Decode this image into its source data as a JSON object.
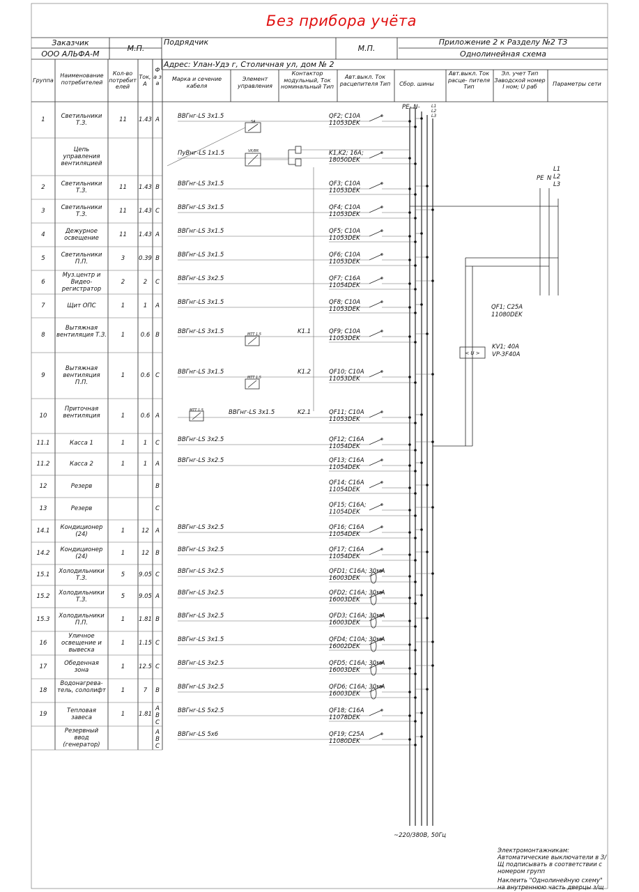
{
  "title": "Без прибора учёта",
  "header": {
    "customer_label": "Заказчик",
    "customer_name": "ООО АЛЬФА-М",
    "mp_left": "М.П.",
    "contractor_label": "Подрядчик",
    "mp_right": "М.П.",
    "appendix": "Приложение 2 к Разделу №2 ТЗ",
    "scheme_type": "Однолинейная схема",
    "address": "Адрес: Улан-Удэ г, Столичная ул, дом № 2"
  },
  "columns": {
    "group": "Группа",
    "name": "Наименование потребителей",
    "qty": "Кол-во потребит елей",
    "current": "Ток, А",
    "phase": "Ф а з а",
    "cable": "Марка и сечение кабеля",
    "control": "Элемент управления",
    "contactor": "Контактор модульный, Ток номинальный Тип",
    "breaker": "Авт.выкл. Ток расцепителя Тип",
    "busbar": "Сбор. шины",
    "breaker2": "Авт.выкл. Ток расце- пителя Тип",
    "meter": "Эл. учет Тип Заводской номер I ном; U раб",
    "network": "Параметры сети"
  },
  "rows": [
    {
      "group": "1",
      "name": "Светильники Т.З.",
      "qty": "11",
      "current": "1.43",
      "phase": "A",
      "cable": "ВВГнг-LS 3х1.5",
      "breaker": "QF2; C10A",
      "type": "11053DEK"
    },
    {
      "group": "",
      "name": "Цепь управления вентиляцией",
      "qty": "",
      "current": "",
      "phase": "",
      "cable": "ПуВнг-LS 1х1.5",
      "breaker": "K1,K2; 16A;",
      "type": "18050DEK"
    },
    {
      "group": "2",
      "name": "Светильники Т.З.",
      "qty": "11",
      "current": "1.43",
      "phase": "B",
      "cable": "ВВГнг-LS 3х1.5",
      "breaker": "QF3; C10A",
      "type": "11053DEK"
    },
    {
      "group": "3",
      "name": "Светильники Т.З.",
      "qty": "11",
      "current": "1.43",
      "phase": "C",
      "cable": "ВВГнг-LS 3х1.5",
      "breaker": "QF4; C10A",
      "type": "11053DEK"
    },
    {
      "group": "4",
      "name": "Дежурное освещение",
      "qty": "11",
      "current": "1.43",
      "phase": "A",
      "cable": "ВВГнг-LS 3х1.5",
      "breaker": "QF5; C10A",
      "type": "11053DEK"
    },
    {
      "group": "5",
      "name": "Светильники П.П.",
      "qty": "3",
      "current": "0.39",
      "phase": "B",
      "cable": "ВВГнг-LS 3х1.5",
      "breaker": "QF6; C10A",
      "type": "11053DEK"
    },
    {
      "group": "6",
      "name": "Муз.центр и Видео- регистратор",
      "qty": "2",
      "current": "2",
      "phase": "C",
      "cable": "ВВГнг-LS 3х2.5",
      "breaker": "QF7; C16A",
      "type": "11054DEK"
    },
    {
      "group": "7",
      "name": "Щит ОПС",
      "qty": "1",
      "current": "1",
      "phase": "A",
      "cable": "ВВГнг-LS 3х1.5",
      "breaker": "QF8; C10A",
      "type": "11053DEK"
    },
    {
      "group": "8",
      "name": "Вытяжная вентиляция Т.З.",
      "qty": "1",
      "current": "0.6",
      "phase": "B",
      "cable": "ВВГнг-LS 3х1.5",
      "contact": "K1.1",
      "breaker": "QF9; C10A",
      "type": "11053DEK"
    },
    {
      "group": "9",
      "name": "Вытяжная вентиляция П.П.",
      "qty": "1",
      "current": "0.6",
      "phase": "C",
      "cable": "ВВГнг-LS 3х1.5",
      "contact": "K1.2",
      "breaker": "QF10; C10A",
      "type": "11053DEK"
    },
    {
      "group": "10",
      "name": "Приточная вентиляция",
      "qty": "1",
      "current": "0.6",
      "phase": "A",
      "cable": "ВВГнг-LS 3х1.5",
      "contact": "K2.1",
      "breaker": "QF11; C10A",
      "type": "11053DEK"
    },
    {
      "group": "11.1",
      "name": "Касса 1",
      "qty": "1",
      "current": "1",
      "phase": "C",
      "cable": "ВВГнг-LS 3х2.5",
      "breaker": "QF12; C16A",
      "type": "11054DEK"
    },
    {
      "group": "11.2",
      "name": "Касса 2",
      "qty": "1",
      "current": "1",
      "phase": "A",
      "cable": "ВВГнг-LS 3х2.5",
      "breaker": "QF13; C16A",
      "type": "11054DEK"
    },
    {
      "group": "12",
      "name": "Резерв",
      "qty": "",
      "current": "",
      "phase": "B",
      "cable": "",
      "breaker": "QF14; C16A",
      "type": "11054DEK"
    },
    {
      "group": "13",
      "name": "Резерв",
      "qty": "",
      "current": "",
      "phase": "C",
      "cable": "",
      "breaker": "QF15; C16A;",
      "type": "11054DEK"
    },
    {
      "group": "14.1",
      "name": "Кондиционер (24)",
      "qty": "1",
      "current": "12",
      "phase": "A",
      "cable": "ВВГнг-LS 3х2.5",
      "breaker": "QF16; C16A",
      "type": "11054DEK"
    },
    {
      "group": "14.2",
      "name": "Кондиционер (24)",
      "qty": "1",
      "current": "12",
      "phase": "B",
      "cable": "ВВГнг-LS 3х2.5",
      "breaker": "QF17; C16A",
      "type": "11054DEK"
    },
    {
      "group": "15.1",
      "name": "Холодильники Т.З.",
      "qty": "5",
      "current": "9.05",
      "phase": "C",
      "cable": "ВВГнг-LS 3х2.5",
      "breaker": "QFD1; C16A; 30мА",
      "type": "16003DEK"
    },
    {
      "group": "15.2",
      "name": "Холодильники Т.З.",
      "qty": "5",
      "current": "9.05",
      "phase": "A",
      "cable": "ВВГнг-LS 3х2.5",
      "breaker": "QFD2; C16A; 30мА",
      "type": "16003DEK"
    },
    {
      "group": "15.3",
      "name": "Холодильники П.П.",
      "qty": "1",
      "current": "1.81",
      "phase": "B",
      "cable": "ВВГнг-LS 3х2.5",
      "breaker": "QFD3; C16A; 30мА",
      "type": "16003DEK"
    },
    {
      "group": "16",
      "name": "Уличное освещение и вывеска",
      "qty": "1",
      "current": "1.15",
      "phase": "C",
      "cable": "ВВГнг-LS 3х1.5",
      "breaker": "QFD4; C10A; 30мА",
      "type": "16002DEK"
    },
    {
      "group": "17",
      "name": "Обеденная зона",
      "qty": "1",
      "current": "12.5",
      "phase": "C",
      "cable": "ВВГнг-LS 3х2.5",
      "breaker": "QFD5; C16A; 30мА",
      "type": "16003DEK"
    },
    {
      "group": "18",
      "name": "Водонагрева- тель, сололифт",
      "qty": "1",
      "current": "7",
      "phase": "B",
      "cable": "ВВГнг-LS 3х2.5",
      "breaker": "QFD6; C16A; 30мА",
      "type": "16003DEK"
    },
    {
      "group": "19",
      "name": "Тепловая завеса",
      "qty": "1",
      "current": "1.81",
      "phase": "A B C",
      "cable": "ВВГнг-LS 5х2.5",
      "breaker": "QF18; C16A",
      "type": "11078DEK"
    },
    {
      "group": "",
      "name": "Резервный ввод (генератор)",
      "qty": "",
      "current": "",
      "phase": "A B C",
      "cable": "ВВГнг-LS 5х6",
      "breaker": "QF19; C25A",
      "type": "11080DEK"
    }
  ],
  "labels": {
    "pe_n": "PE- N-",
    "l1": "L1",
    "l2": "L2",
    "l3": "L3",
    "sa": "SA",
    "vk": "VK/8R",
    "mtt": "MTT 1.5",
    "qf1": "QF1; C25A",
    "qf1_type": "11080DEK",
    "kv1": "KV1; 40A",
    "kv1_type": "VP-3F40A",
    "u_box": "< U >",
    "pe_right": "PE",
    "n_right": "N",
    "l1r": "L1",
    "l2r": "L2",
    "l3r": "L3",
    "network": "~220/380В, 50Гц"
  },
  "notes": {
    "electricians": "Электромонтажникам: Автоматические выключатели в З/Щ подписывать в соответствии с номером групп",
    "paste": "Наклеить \"Однолинейную схему\" на внутреннюю часть дверцы з/щ"
  }
}
